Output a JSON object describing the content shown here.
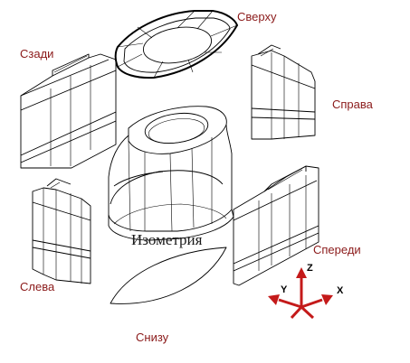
{
  "views": {
    "top": "Сверху",
    "back": "Сзади",
    "right": "Справа",
    "left": "Слева",
    "front": "Спереди",
    "bottom": "Снизу",
    "isometric": "Изометрия"
  },
  "axes": {
    "z": "Z",
    "y": "Y",
    "x": "X"
  },
  "colors": {
    "labels": "#8b1a1a",
    "lines": "#000000",
    "axes": "#c41a1a"
  }
}
